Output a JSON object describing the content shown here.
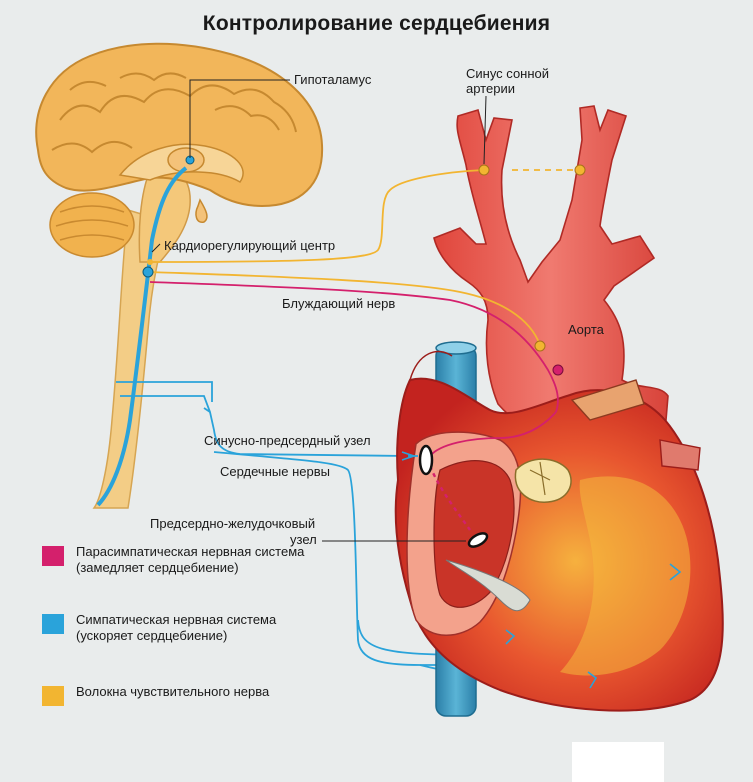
{
  "title": "Контролирование сердцебиения",
  "labels": {
    "hypothalamus": "Гипоталамус",
    "carotid_sinus_1": "Синус сонной",
    "carotid_sinus_2": "артерии",
    "cardio_center": "Кардиорегулирующий центр",
    "vagus_nerve": "Блуждающий нерв",
    "aorta": "Аорта",
    "sa_node": "Синусно-предсердный узел",
    "cardiac_nerves": "Сердечные нервы",
    "av_node_1": "Предсердно-желудочковый",
    "av_node_2": "узел"
  },
  "legend": [
    {
      "text_1": "Парасимпатическая нервная система",
      "text_2": "(замедляет сердцебиение)",
      "color": "#d4206c"
    },
    {
      "text_1": "Симпатическая нервная система",
      "text_2": "(ускоряет сердцебиение)",
      "color": "#2aa3da"
    },
    {
      "text_1": "Волокна чувствительного нерва",
      "text_2": "",
      "color": "#f2b531"
    }
  ],
  "colors": {
    "parasympathetic": "#d4206c",
    "sympathetic": "#2aa3da",
    "sensory": "#f2b531",
    "brain": "#f0b45a",
    "heart": "#de3b2e",
    "vessel": "#ec6a60",
    "vena_cava": "#3f9fc4"
  }
}
